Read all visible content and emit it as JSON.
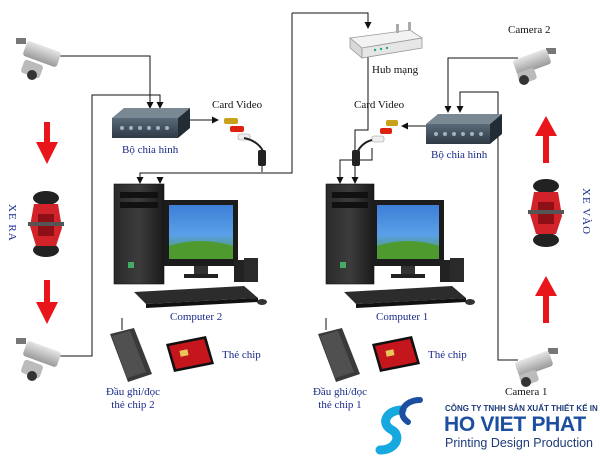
{
  "labels": {
    "hub": "Hub mạng",
    "camera_right_top": "Camera 2",
    "camera_right_bottom": "Camera 1",
    "card_video_left": "Card Video",
    "card_video_right": "Card Video",
    "splitter_left": "Bộ chia hình",
    "splitter_right": "Bộ chia hình",
    "computer_left": "Computer 2",
    "computer_right": "Computer 1",
    "chip_left": "Thẻ chip",
    "chip_right": "Thẻ chip",
    "reader_left_line1": "Đầu ghi/đọc",
    "reader_left_line2": "thẻ chip 2",
    "reader_right_line1": "Đầu ghi/đọc",
    "reader_right_line2": "thẻ chip 1",
    "lane_left": "XE RA",
    "lane_right": "XE VÀO"
  },
  "logo": {
    "company": "CÔNG TY TNHH SẢN XUẤT THIẾT KẾ IN ẤN",
    "name": "HO VIET PHAT",
    "tagline": "Printing Design Production"
  },
  "colors": {
    "arrow_red": "#e8151b",
    "text_blue": "#1a2a8a",
    "logo_blue": "#1d4fa0",
    "logo_cyan": "#16a9e0"
  }
}
